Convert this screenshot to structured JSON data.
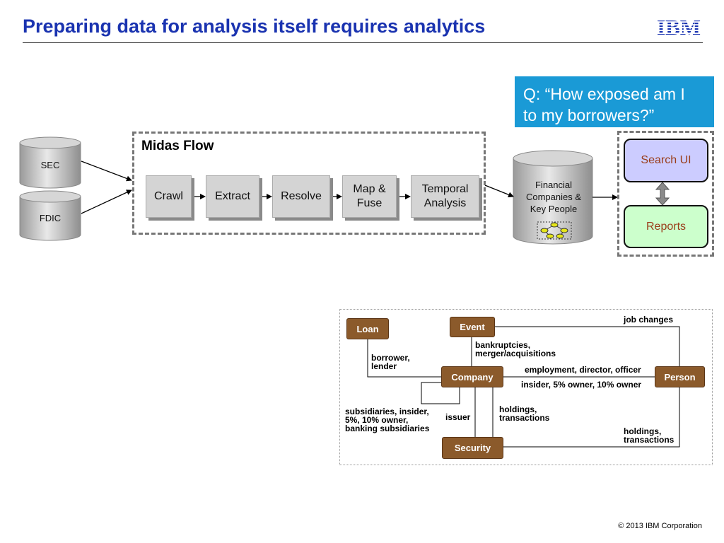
{
  "header": {
    "title": "Preparing data for analysis itself requires analytics",
    "logo_text": "IBM"
  },
  "question": {
    "line1": "Q: “How exposed am I",
    "line2": "to my borrowers?”"
  },
  "flow": {
    "title": "Midas Flow",
    "sources": [
      "SEC",
      "FDIC"
    ],
    "steps": [
      {
        "line1": "Crawl",
        "line2": ""
      },
      {
        "line1": "Extract",
        "line2": ""
      },
      {
        "line1": "Resolve",
        "line2": ""
      },
      {
        "line1": "Map &",
        "line2": "Fuse"
      },
      {
        "line1": "Temporal",
        "line2": "Analysis"
      }
    ],
    "store": {
      "line1": "Financial",
      "line2": "Companies &",
      "line3": "Key People"
    },
    "outputs": {
      "search": "Search UI",
      "reports": "Reports"
    }
  },
  "er": {
    "entities": {
      "loan": "Loan",
      "event": "Event",
      "company": "Company",
      "person": "Person",
      "security": "Security"
    },
    "relations": {
      "job_changes": "job changes",
      "bankruptcies_1": "bankruptcies,",
      "bankruptcies_2": "merger/acquisitions",
      "borrower_1": "borrower,",
      "borrower_2": "lender",
      "employment": "employment, director, officer",
      "insider": "insider, 5% owner, 10% owner",
      "subsidiaries_1": "subsidiaries, insider,",
      "subsidiaries_2": "5%, 10% owner,",
      "subsidiaries_3": "banking subsidiaries",
      "issuer": "issuer",
      "holdings_c_1": "holdings,",
      "holdings_c_2": "transactions",
      "holdings_p_1": "holdings,",
      "holdings_p_2": "transactions"
    }
  },
  "footer": {
    "copyright": "© 2013 IBM Corporation"
  },
  "colors": {
    "title": "#1a33b0",
    "question_bg": "#1a9ad6",
    "entity": "#8b5a2b",
    "search_bg": "#ccccff",
    "reports_bg": "#ccffcc",
    "output_text": "#9a3d1a",
    "step_bg": "#d4d4d4"
  }
}
